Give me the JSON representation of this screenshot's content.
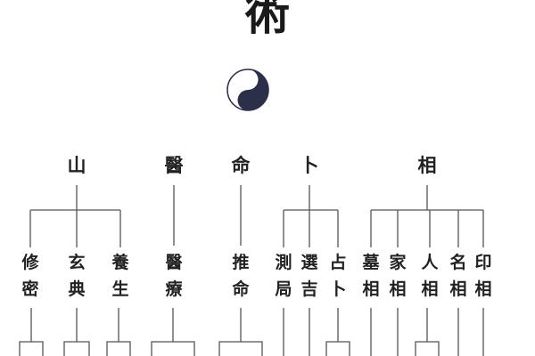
{
  "title": "術",
  "symbol": "yin-yang-icon",
  "categories": [
    {
      "label": "山",
      "children": [
        [
          "修",
          "密"
        ],
        [
          "玄",
          "典"
        ],
        [
          "養",
          "生"
        ]
      ]
    },
    {
      "label": "醫",
      "children": [
        [
          "醫",
          "療"
        ]
      ]
    },
    {
      "label": "命",
      "children": [
        [
          "推",
          "命"
        ]
      ]
    },
    {
      "label": "卜",
      "children": [
        [
          "測",
          "局"
        ],
        [
          "選",
          "吉"
        ],
        [
          "占",
          "卜"
        ]
      ]
    },
    {
      "label": "相",
      "children": [
        [
          "墓",
          "相"
        ],
        [
          "家",
          "相"
        ],
        [
          "人",
          "相"
        ],
        [
          "名",
          "相"
        ],
        [
          "印",
          "相"
        ]
      ]
    }
  ]
}
